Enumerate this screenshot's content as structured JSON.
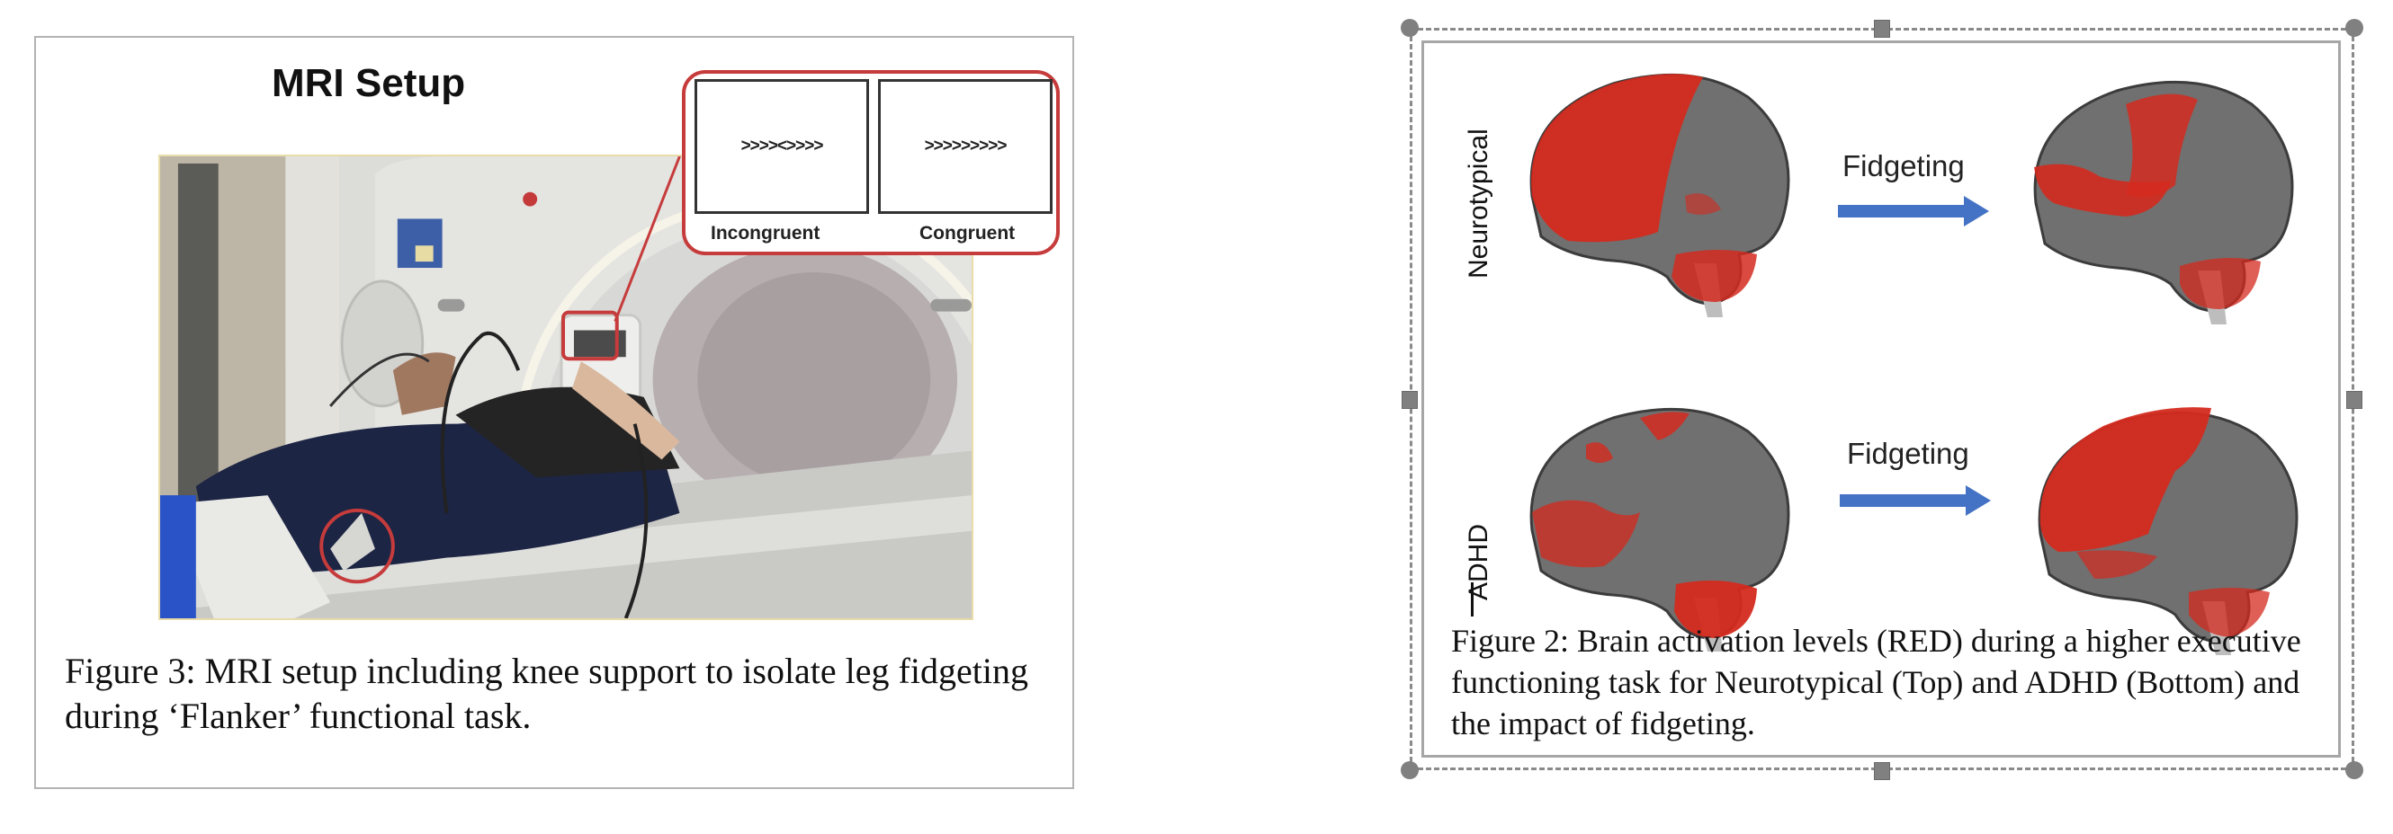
{
  "left_figure": {
    "title": "MRI Setup",
    "inset": {
      "stimuli": [
        {
          "label": "Incongruent",
          "arrows": ">>>><>>>>"
        },
        {
          "label": "Congruent",
          "arrows": ">>>>>>>>>"
        }
      ],
      "border_color": "#c63b3b"
    },
    "photo_alt": "Participant lying in MRI scanner with knee support circled",
    "caption": "Figure 3: MRI setup including knee support to isolate leg fidgeting during ‘Flanker’ functional task."
  },
  "right_figure": {
    "selected": true,
    "rows": [
      {
        "label": "Neurotypical",
        "arrow_label": "Fidgeting"
      },
      {
        "label": "ADHD",
        "arrow_label": "Fidgeting"
      }
    ],
    "colors": {
      "activation": "#d42a1e",
      "brain": "#707070",
      "arrow": "#4472c4"
    },
    "caption": "Figure 2: Brain activation levels (RED) during a higher executive functioning task for Neurotypical (Top) and ADHD (Bottom) and the impact of fidgeting."
  }
}
